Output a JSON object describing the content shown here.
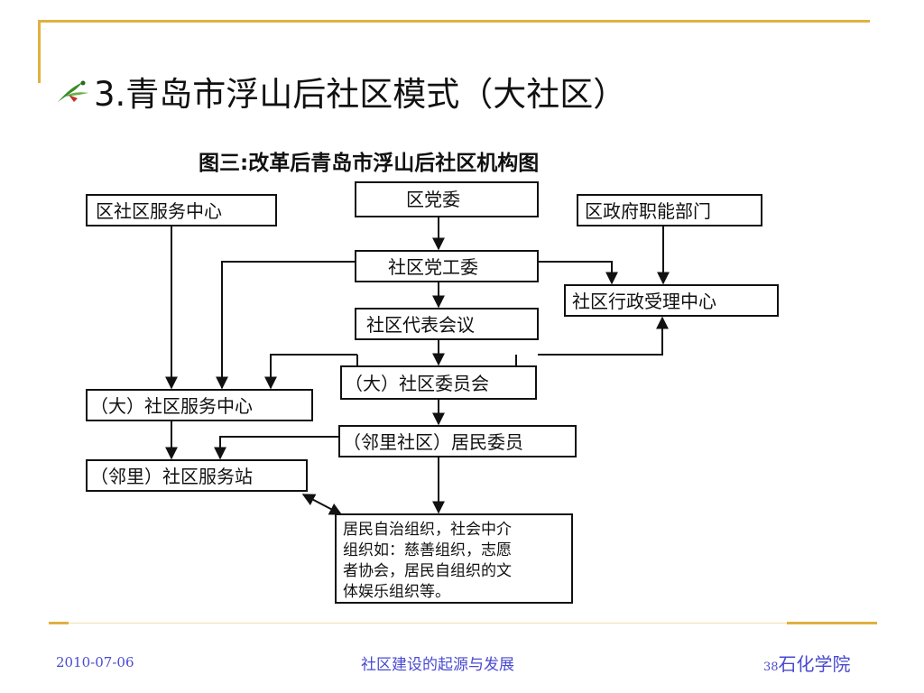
{
  "slide": {
    "title": "3.青岛市浮山后社区模式（大社区）"
  },
  "diagram": {
    "heading": "图三:改革后青岛市浮山后社区机构图",
    "nodes": {
      "district_service_center": "区社区服务中心",
      "district_party": "区党委",
      "district_gov_dept": "区政府职能部门",
      "community_party_committee": "社区党工委",
      "admin_center": "社区行政受理中心",
      "rep_meeting": "社区代表会议",
      "community_committee": "（大）社区委员会",
      "service_center": "（大）社区服务中心",
      "residents_committee": "（邻里社区）居民委员",
      "service_station": "（邻里）社区服务站",
      "orgs_line1": "居民自治组织，社会中介",
      "orgs_line2": "组织如：慈善组织，志愿",
      "orgs_line3": "者协会，居民自组织的文",
      "orgs_line4": "体娱乐组织等。"
    }
  },
  "footer": {
    "date": "2010-07-06",
    "center": "社区建设的起源与发展",
    "page_number": "38",
    "org": "石化学院"
  },
  "colors": {
    "accent": "#e0b040",
    "footer_text": "#4a4ad0"
  }
}
